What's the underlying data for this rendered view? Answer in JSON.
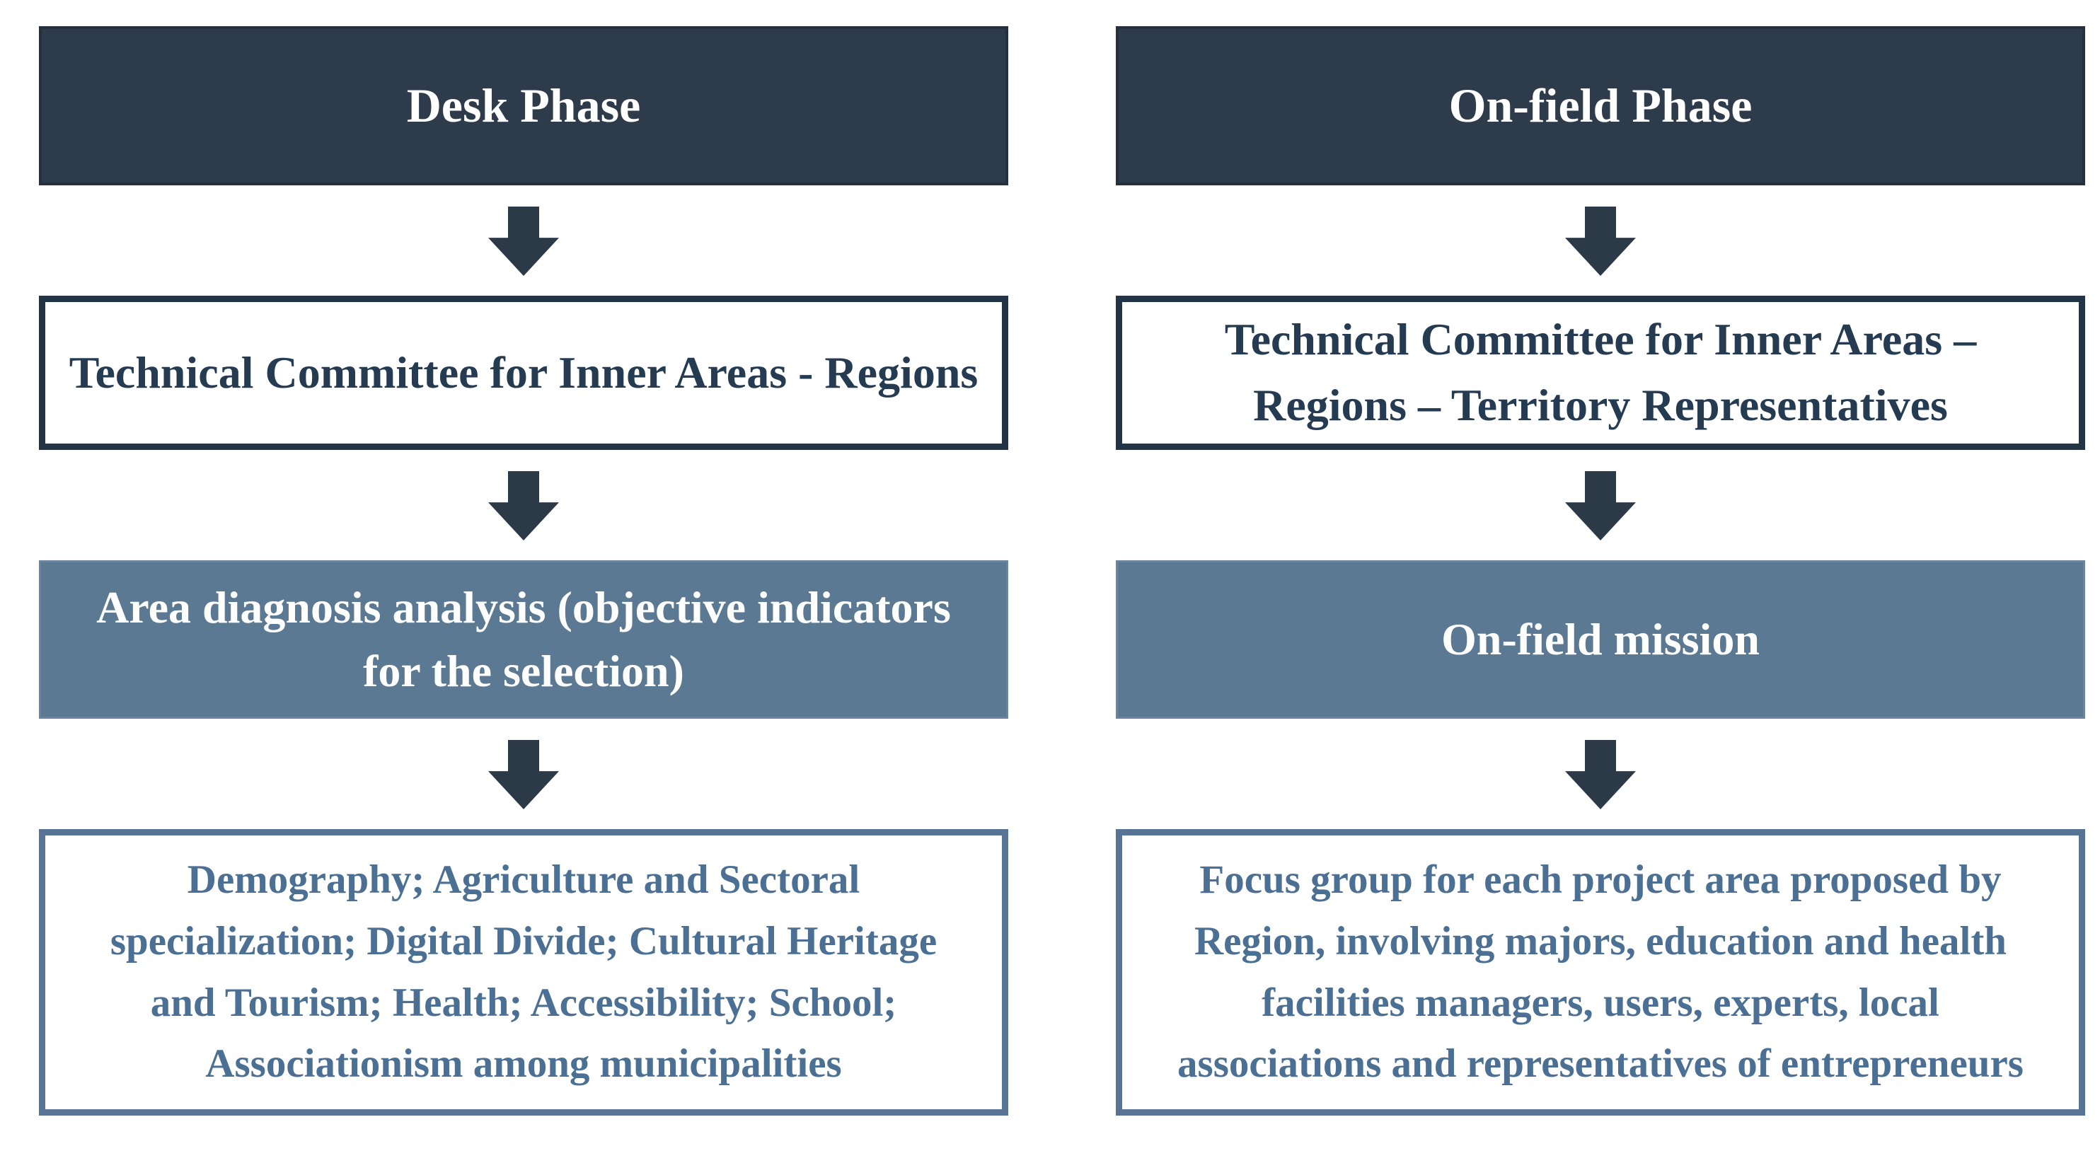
{
  "diagram": {
    "title": "Inner Areas selection process flowchart",
    "colors": {
      "dark": "#2e3b4b",
      "dark_edge": "#24303e",
      "steel": "#5b7992",
      "steel_edge": "#69869e",
      "border_dark": "#233447",
      "border_steel": "#577494",
      "text_dark": "#243b52",
      "text_steel": "#4b7093",
      "arrow": "#2c3947"
    },
    "columns": [
      {
        "id": "desk-phase",
        "header": "Desk Phase",
        "steps": [
          "Technical Committee for Inner Areas - Regions",
          "Area diagnosis analysis (objective indicators for the selection)",
          "Demography; Agriculture and Sectoral specialization; Digital Divide; Cultural Heritage and Tourism; Health; Accessibility; School; Associationism among municipalities"
        ]
      },
      {
        "id": "on-field-phase",
        "header": "On-field Phase",
        "steps": [
          "Technical Committee for Inner Areas – Regions – Territory Representatives",
          "On-field mission",
          "Focus group for each project area proposed by Region, involving majors, education and health facilities managers, users, experts, local associations and representatives of entrepreneurs"
        ]
      }
    ]
  }
}
